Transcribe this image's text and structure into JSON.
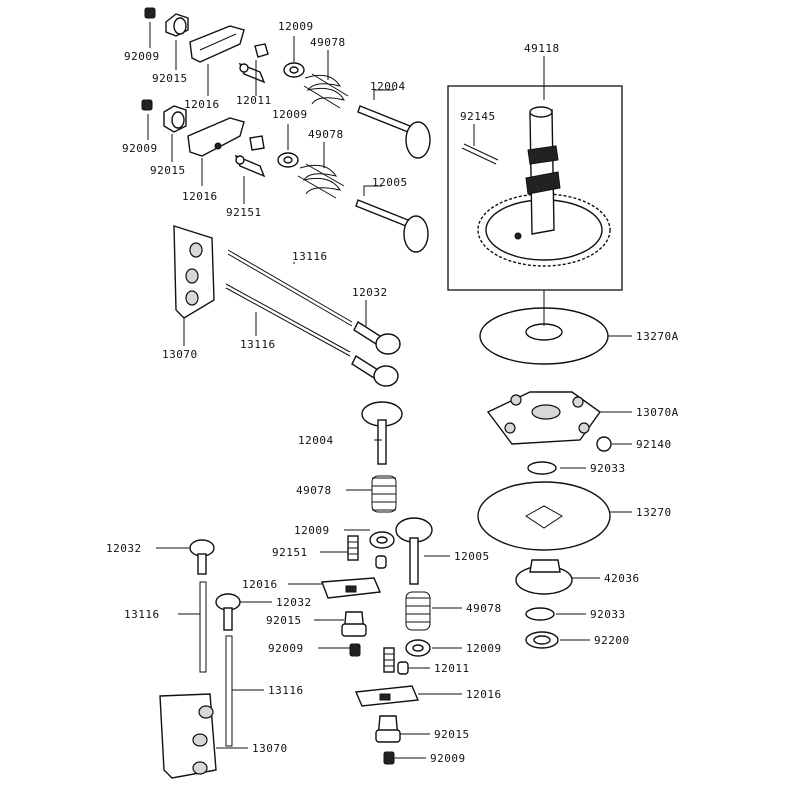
{
  "labels": {
    "l92009_a": "92009",
    "l92015_a": "92015",
    "l12016_a": "12016",
    "l12009_a": "12009",
    "l49078_a": "49078",
    "l12004_a": "12004",
    "l12011_a": "12011",
    "l92009_b": "92009",
    "l92015_b": "92015",
    "l12016_b": "12016",
    "l92151_a": "92151",
    "l12009_b": "12009",
    "l49078_b": "49078",
    "l12005_a": "12005",
    "l49118": "49118",
    "l92145": "92145",
    "l13116_a": "13116",
    "l12032_a": "12032",
    "l13116_b": "13116",
    "l13070_a": "13070",
    "l13270A": "13270A",
    "l13070A": "13070A",
    "l92140": "92140",
    "l12004_b": "12004",
    "l92033_a": "92033",
    "l49078_c": "49078",
    "l13270": "13270",
    "l12009_c": "12009",
    "l92151_b": "92151",
    "l12005_b": "12005",
    "l12032_b": "12032",
    "l12016_c": "12016",
    "l42036": "42036",
    "l13116_c": "13116",
    "l12032_c": "12032",
    "l92015_c": "92015",
    "l49078_d": "49078",
    "l92033_b": "92033",
    "l92009_c": "92009",
    "l12009_d": "12009",
    "l92200": "92200",
    "l12011_b": "12011",
    "l12016_d": "12016",
    "l13116_d": "13116",
    "l13070_b": "13070",
    "l92015_d": "92015",
    "l92009_d": "92009"
  }
}
